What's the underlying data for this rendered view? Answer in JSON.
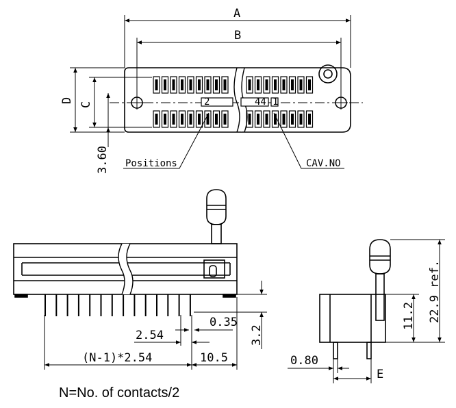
{
  "dimensions": {
    "A": "A",
    "B": "B",
    "C": "C",
    "D": "D",
    "h_3_60": "3.60",
    "d_0_35": "0.35",
    "d_2_54": "2.54",
    "d_3_2": "3.2",
    "d_10_5": "10.5",
    "pitch": "(N-1)*2.54",
    "d_0_80": "0.80",
    "E": "E",
    "d_11_2": "11.2",
    "d_22_9": "22.9 ref."
  },
  "callouts": {
    "positions": "Positions",
    "cav_no": "CAV.NO"
  },
  "marking": {
    "left": "2",
    "middle": "44",
    "right": "1"
  },
  "note": "N=No. of contacts/2"
}
